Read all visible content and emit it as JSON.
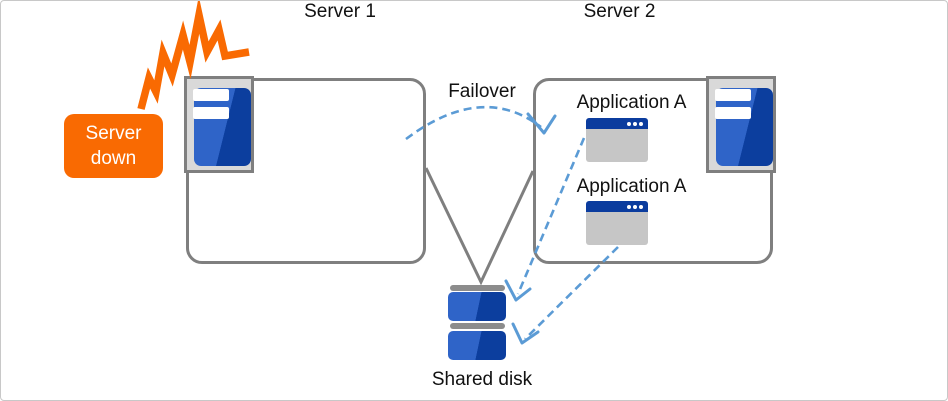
{
  "colors": {
    "orange": "#F96A02",
    "dash-blue": "#5B9BD5",
    "line-gray": "#7F7F7F",
    "icon-frame-gray": "#D9D9D9",
    "app-body-gray": "#C6C6C6",
    "app-titlebar-blue": "#0B3C9E",
    "disk-bar-gray": "#8C8C8C",
    "blue-light": "#2F64C8",
    "blue-dark": "#0C3E9E",
    "text": "#111111",
    "callout-text": "#FFFFFF"
  },
  "callout": {
    "text": "Server down",
    "lines": [
      "Server",
      "down"
    ]
  },
  "server1": {
    "title": "Server 1"
  },
  "server2": {
    "title": "Server 2",
    "apps": [
      {
        "label": "Application A"
      },
      {
        "label": "Application A"
      }
    ]
  },
  "failover": {
    "label": "Failover"
  },
  "shared_disk": {
    "label": "Shared disk"
  }
}
